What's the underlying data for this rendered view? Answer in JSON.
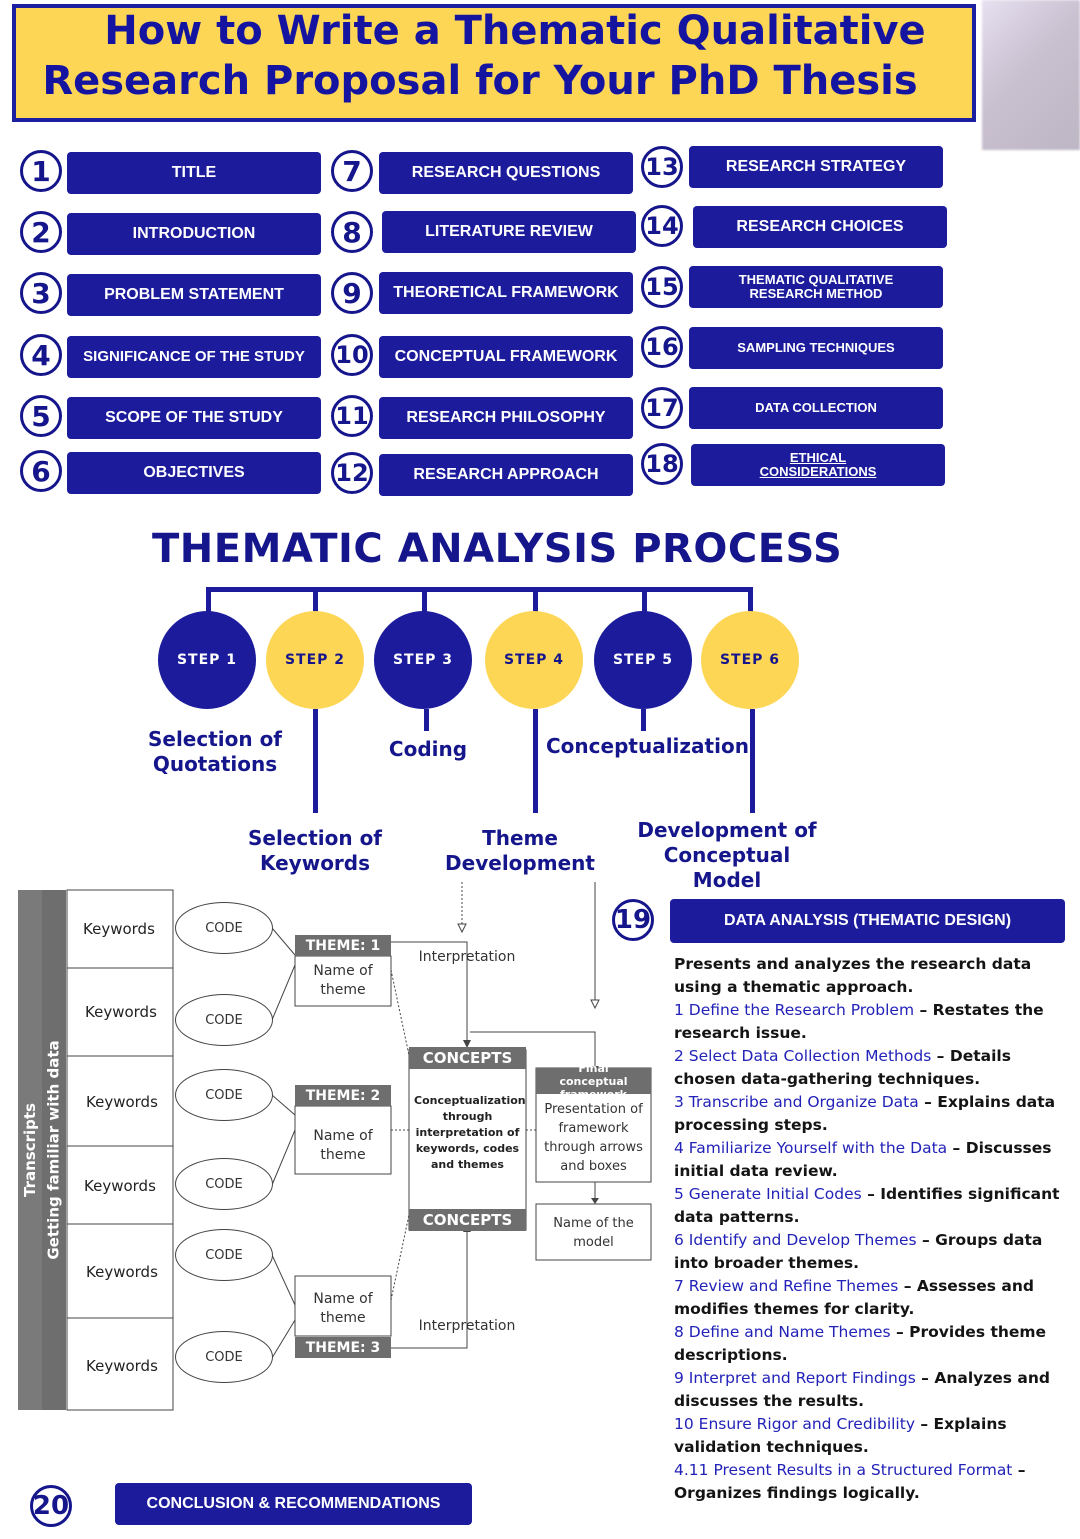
{
  "title": {
    "line1": "How to Write a Thematic Qualitative",
    "line2": "Research Proposal for Your PhD Thesis"
  },
  "items": [
    {
      "num": "1",
      "label": "TITLE"
    },
    {
      "num": "2",
      "label": "INTRODUCTION"
    },
    {
      "num": "3",
      "label": "PROBLEM STATEMENT"
    },
    {
      "num": "4",
      "label": "SIGNIFICANCE OF THE STUDY"
    },
    {
      "num": "5",
      "label": "SCOPE OF THE  STUDY"
    },
    {
      "num": "6",
      "label": "OBJECTIVES"
    },
    {
      "num": "7",
      "label": "RESEARCH QUESTIONS"
    },
    {
      "num": "8",
      "label": "LITERATURE REVIEW"
    },
    {
      "num": "9",
      "label": "THEORETICAL FRAMEWORK"
    },
    {
      "num": "10",
      "label": "CONCEPTUAL FRAMEWORK"
    },
    {
      "num": "11",
      "label": "RESEARCH PHILOSOPHY"
    },
    {
      "num": "12",
      "label": "RESEARCH APPROACH"
    },
    {
      "num": "13",
      "label": "RESEARCH STRATEGY"
    },
    {
      "num": "14",
      "label": "RESEARCH CHOICES"
    },
    {
      "num": "15",
      "label": "THEMATIC QUALITATIVE RESEARCH METHOD"
    },
    {
      "num": "16",
      "label": "SAMPLING TECHNIQUES"
    },
    {
      "num": "17",
      "label": "DATA COLLECTION"
    },
    {
      "num": "18",
      "label": "ETHICAL CONSIDERATIONS"
    },
    {
      "num": "19",
      "label": "DATA ANALYSIS (THEMATIC DESIGN)"
    },
    {
      "num": "20",
      "label": "CONCLUSION & RECOMMENDATIONS"
    }
  ],
  "process": {
    "title": "THEMATIC ANALYSIS PROCESS",
    "steps": [
      "STEP 1",
      "STEP 2",
      "STEP 3",
      "STEP 4",
      "STEP 5",
      "STEP 6"
    ],
    "labels_upper": [
      "Selection of Quotations",
      "Coding",
      "Conceptualization"
    ],
    "labels_lower": [
      "Selection of Keywords",
      "Theme Development",
      "Development of Conceptual Model"
    ]
  },
  "diagram": {
    "side_label_1": "Transcripts",
    "side_label_2": "Getting familiar with data",
    "keyword": "Keywords",
    "code": "CODE",
    "themes": [
      "THEME: 1",
      "THEME: 2",
      "THEME: 3"
    ],
    "name_of_theme": "Name of theme",
    "interpretation": "Interpretation",
    "concepts": "CONCEPTS",
    "concepts_body": "Conceptualization through interpretation of keywords, codes and themes",
    "final_framework": "Final conceptual framework",
    "presentation": "Presentation of framework through arrows and boxes",
    "name_of_model": "Name of the model"
  },
  "data_analysis": {
    "intro": "Presents and analyzes the research data using a thematic approach.",
    "points": [
      {
        "head": "1 Define the Research Problem",
        "sep": " – ",
        "body": "Restates the research issue."
      },
      {
        "head": "2 Select Data Collection Methods",
        "sep": " – ",
        "body": "Details chosen data-gathering techniques."
      },
      {
        "head": "3 Transcribe and Organize Data",
        "sep": " – ",
        "body": "Explains data processing steps."
      },
      {
        "head": "4 Familiarize Yourself with the Data",
        "sep": " – ",
        "body": "Discusses initial data review."
      },
      {
        "head": "5 Generate Initial Codes",
        "sep": " – ",
        "body": "Identifies significant data patterns."
      },
      {
        "head": "6 Identify and Develop Themes",
        "sep": " – ",
        "body": "Groups data into broader themes."
      },
      {
        "head": "7 Review and Refine Themes",
        "sep": " – ",
        "body": "Assesses and modifies themes for clarity."
      },
      {
        "head": "8 Define and Name Themes",
        "sep": " – ",
        "body": "Provides theme descriptions."
      },
      {
        "head": "9 Interpret and Report Findings",
        "sep": " – ",
        "body": "Analyzes and discusses the results."
      },
      {
        "head": "10 Ensure Rigor and Credibility",
        "sep": " – ",
        "body": "Explains validation techniques."
      },
      {
        "head": "4.11 Present Results in a Structured Format",
        "sep": " – ",
        "body": "Organizes findings logically."
      }
    ]
  },
  "colors": {
    "navy": "#1b1b9c",
    "yellow": "#fdd655",
    "grey": "#6e6e6e"
  }
}
